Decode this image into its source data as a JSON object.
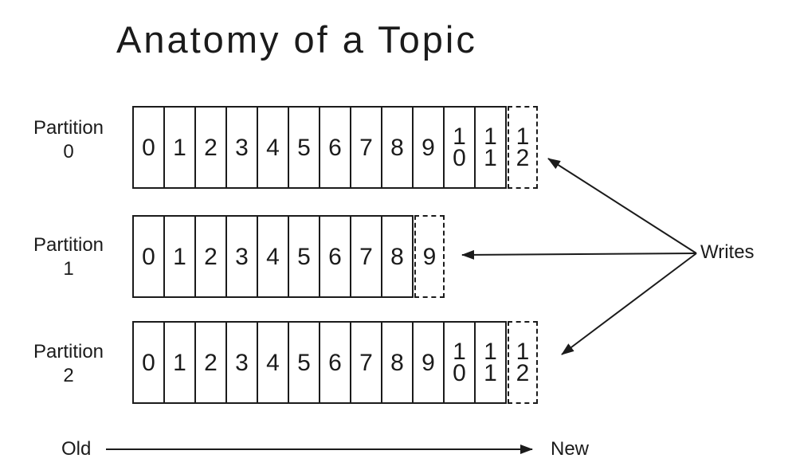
{
  "title": "Anatomy of a Topic",
  "partitions": [
    {
      "label_line1": "Partition",
      "label_line2": "0",
      "cells": [
        "0",
        "1",
        "2",
        "3",
        "4",
        "5",
        "6",
        "7",
        "8",
        "9",
        "10",
        "11"
      ],
      "next_write_cell": "12"
    },
    {
      "label_line1": "Partition",
      "label_line2": "1",
      "cells": [
        "0",
        "1",
        "2",
        "3",
        "4",
        "5",
        "6",
        "7",
        "8"
      ],
      "next_write_cell": "9"
    },
    {
      "label_line1": "Partition",
      "label_line2": "2",
      "cells": [
        "0",
        "1",
        "2",
        "3",
        "4",
        "5",
        "6",
        "7",
        "8",
        "9",
        "10",
        "11"
      ],
      "next_write_cell": "12"
    }
  ],
  "writes": {
    "label": "Writes"
  },
  "timeline": {
    "old_label": "Old",
    "new_label": "New"
  },
  "colors": {
    "stroke": "#1b1b1b",
    "background": "#ffffff"
  }
}
